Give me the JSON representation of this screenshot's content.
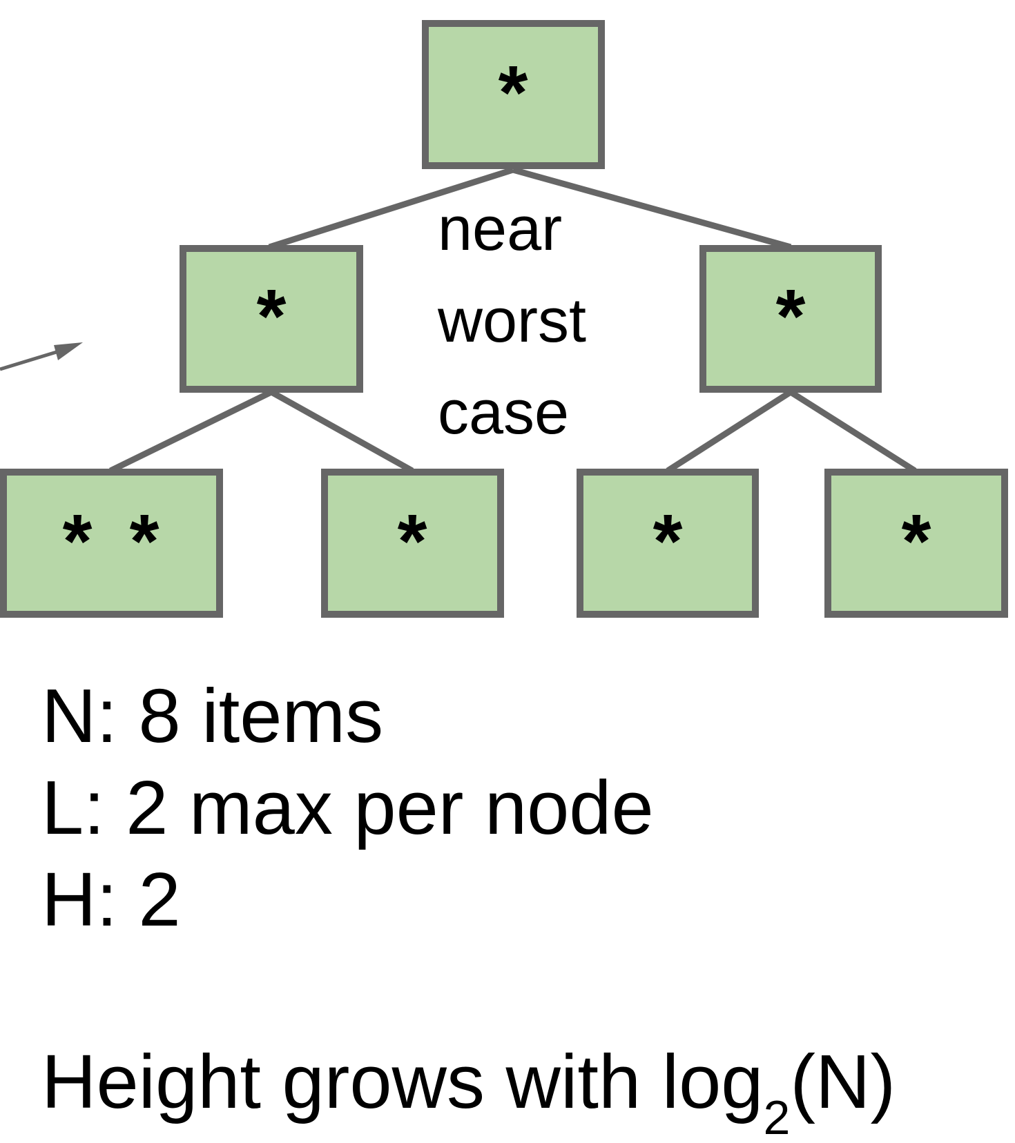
{
  "tree": {
    "nodes": [
      {
        "id": "root",
        "level": 0,
        "items": [
          "*"
        ]
      },
      {
        "id": "left",
        "level": 1,
        "items": [
          "*"
        ]
      },
      {
        "id": "right",
        "level": 1,
        "items": [
          "*"
        ]
      },
      {
        "id": "left-left",
        "level": 2,
        "items": [
          "*",
          "*"
        ]
      },
      {
        "id": "left-right",
        "level": 2,
        "items": [
          "*"
        ]
      },
      {
        "id": "right-left",
        "level": 2,
        "items": [
          "*"
        ]
      },
      {
        "id": "right-right",
        "level": 2,
        "items": [
          "*"
        ]
      }
    ],
    "edges": [
      {
        "from": "root",
        "to": "left"
      },
      {
        "from": "root",
        "to": "right"
      },
      {
        "from": "left",
        "to": "left-left"
      },
      {
        "from": "left",
        "to": "left-right"
      },
      {
        "from": "right",
        "to": "right-left"
      },
      {
        "from": "right",
        "to": "right-right"
      }
    ]
  },
  "annotation": {
    "lines": [
      "near",
      "worst",
      "case"
    ]
  },
  "stats": {
    "n_line": "N: 8 items",
    "l_line": "L: 2 max per node",
    "h_line": "H: 2"
  },
  "conclusion": {
    "prefix": "Height grows with log",
    "subscript": "2",
    "suffix": "(N)"
  },
  "colors": {
    "node_fill": "#b7d7a8",
    "node_stroke": "#666666",
    "text": "#000000"
  }
}
